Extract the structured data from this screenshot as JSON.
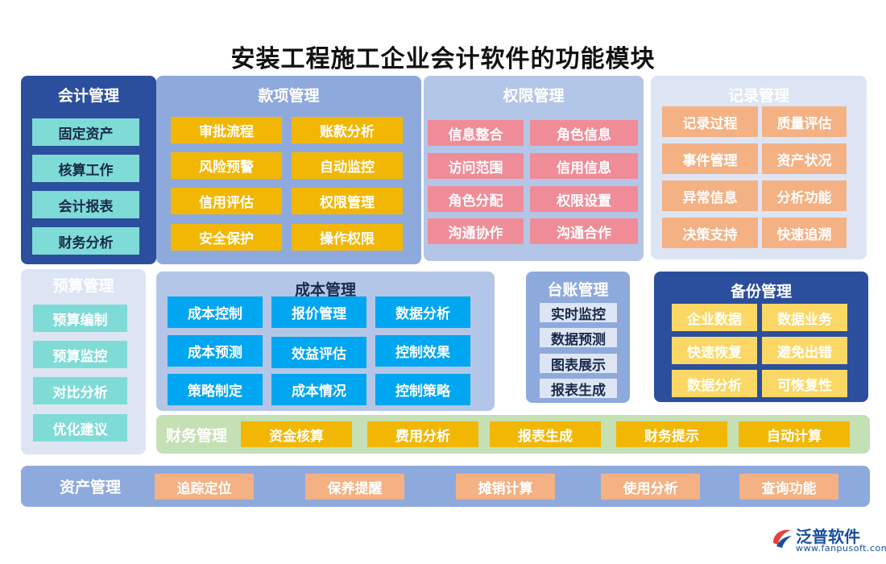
{
  "title": "安装工程施工企业会计软件的功能模块",
  "modules": {
    "accounting": {
      "title": "会计管理",
      "items": [
        "固定资产",
        "核算工作",
        "会计报表",
        "财务分析"
      ]
    },
    "payment": {
      "title": "款项管理",
      "items": [
        "审批流程",
        "账款分析",
        "风险预警",
        "自动监控",
        "信用评估",
        "权限管理",
        "安全保护",
        "操作权限"
      ]
    },
    "permission": {
      "title": "权限管理",
      "items": [
        "信息整合",
        "角色信息",
        "访问范围",
        "信用信息",
        "角色分配",
        "权限设置",
        "沟通协作",
        "沟通合作"
      ]
    },
    "records": {
      "title": "记录管理",
      "items": [
        "记录过程",
        "质量评估",
        "事件管理",
        "资产状况",
        "异常信息",
        "分析功能",
        "决策支持",
        "快速追溯"
      ]
    },
    "budget": {
      "title": "预算管理",
      "items": [
        "预算编制",
        "预算监控",
        "对比分析",
        "优化建议"
      ]
    },
    "cost": {
      "title": "成本管理",
      "items": [
        "成本控制",
        "报价管理",
        "数据分析",
        "成本预测",
        "效益评估",
        "控制效果",
        "策略制定",
        "成本情况",
        "控制策略"
      ]
    },
    "ledger": {
      "title": "台账管理",
      "items": [
        "实时监控",
        "数据预测",
        "图表展示",
        "报表生成"
      ]
    },
    "backup": {
      "title": "备份管理",
      "items": [
        "企业数据",
        "数据业务",
        "快速恢复",
        "避免出错",
        "数据分析",
        "可恢复性"
      ]
    },
    "finance": {
      "title": "财务管理",
      "items": [
        "资金核算",
        "费用分析",
        "报表生成",
        "财务提示",
        "自动计算"
      ]
    },
    "assets": {
      "title": "资产管理",
      "items": [
        "追踪定位",
        "保养提醒",
        "摊销计算",
        "使用分析",
        "查询功能"
      ]
    }
  },
  "logo": {
    "name": "泛普软件",
    "url": "www.fanpusoft.com",
    "icon": "fanpu-logo-icon"
  },
  "colors": {
    "dark_blue": "#2b4f9c",
    "mid_blue": "#8ea9dc",
    "light_blue": "#b4c6e8",
    "pale_blue": "#dde5f5",
    "teal": "#7fdbd6",
    "yellow": "#f2b705",
    "pink": "#f08c98",
    "peach": "#f4b183",
    "cyan": "#00a6f0",
    "light_yellow": "#fbd865",
    "green": "#c5e0b4"
  }
}
